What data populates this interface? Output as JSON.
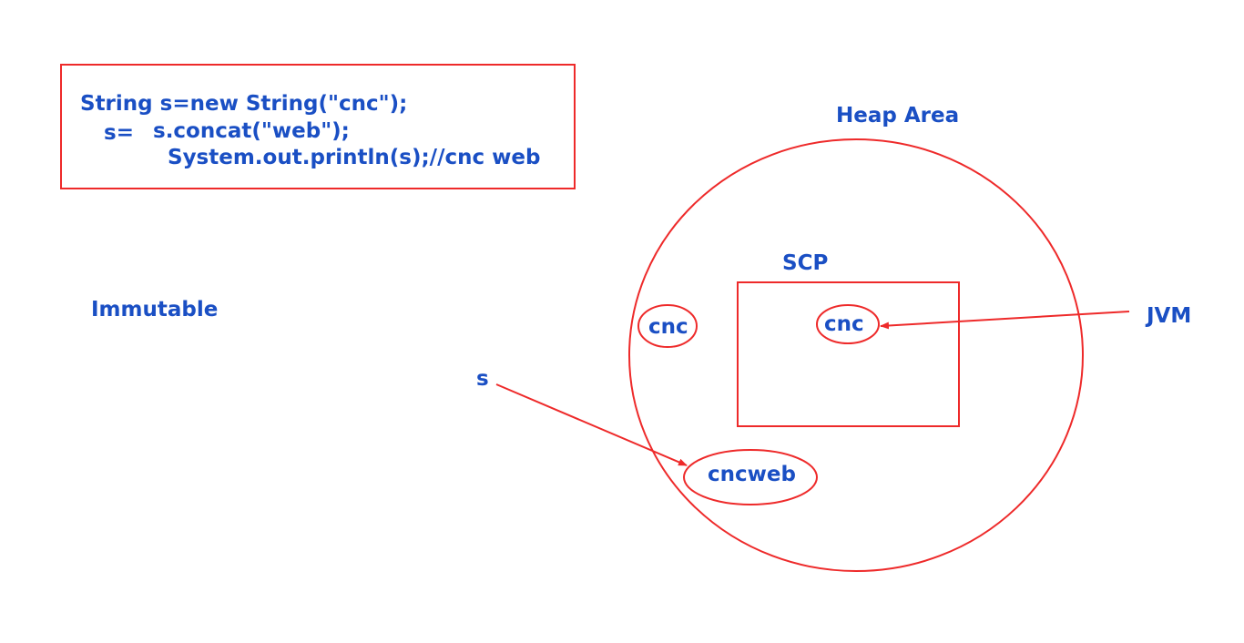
{
  "code": {
    "line1": "String s=new String(\"cnc\");",
    "line2_label": "s=",
    "line2_rest": "s.concat(\"web\");",
    "line3": "System.out.println(s);//cnc web"
  },
  "labels": {
    "immutable": "Immutable",
    "heap_area": "Heap Area",
    "scp": "SCP",
    "jvm": "JVM",
    "s_reference": "s"
  },
  "objects": {
    "heap_cnc": "cnc",
    "scp_cnc": "cnc",
    "cncweb": "cncweb"
  },
  "colors": {
    "text": "#1a4fc4",
    "lines": "#ee2a2a"
  }
}
